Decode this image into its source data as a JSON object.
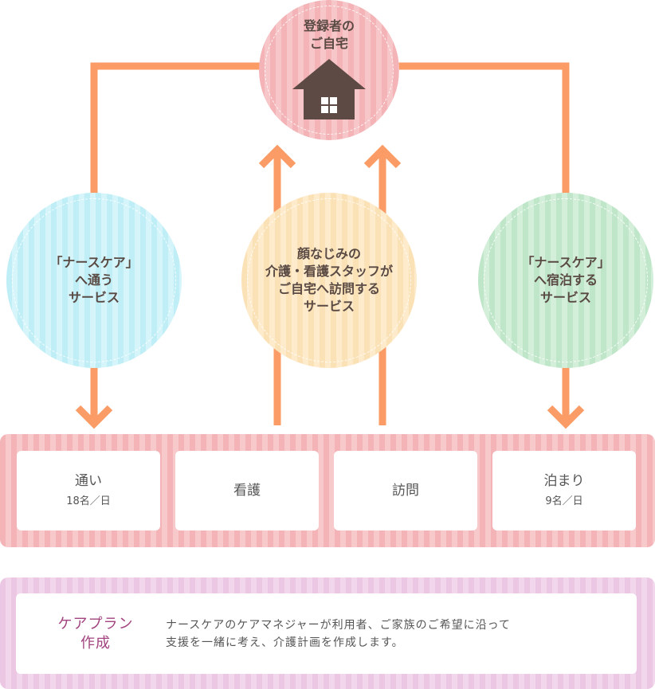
{
  "colors": {
    "connector": "#fb9b66",
    "house": "#5d4a44",
    "home_circle": "#f4b3b6",
    "commute_circle": "#bfeef6",
    "visit_circle": "#fbe1b6",
    "stay_circle": "#bfe6c9",
    "services_band": "#f4b3b6",
    "careplan_band": "#ebc7e3",
    "careplan_title": "#a2447f"
  },
  "home": {
    "title_lines": [
      "登録者の",
      "ご自宅"
    ],
    "icon": "house-icon"
  },
  "circles": {
    "commute": {
      "lines": [
        "「ナースケア」",
        "へ通う",
        "サービス"
      ]
    },
    "visit": {
      "lines": [
        "顔なじみの",
        "介護・看護スタッフが",
        "ご自宅へ訪問する",
        "サービス"
      ]
    },
    "stay": {
      "lines": [
        "「ナースケア」",
        "へ宿泊する",
        "サービス"
      ]
    }
  },
  "services": [
    {
      "name": "通い",
      "capacity": "18名／日"
    },
    {
      "name": "看護",
      "capacity": ""
    },
    {
      "name": "訪問",
      "capacity": ""
    },
    {
      "name": "泊まり",
      "capacity": "9名／日"
    }
  ],
  "careplan": {
    "title_lines": [
      "ケアプラン",
      "作成"
    ],
    "description_lines": [
      "ナースケアのケアマネジャーが利用者、ご家族のご希望に沿って",
      "支援を一緒に考え、介護計画を作成します。"
    ]
  }
}
